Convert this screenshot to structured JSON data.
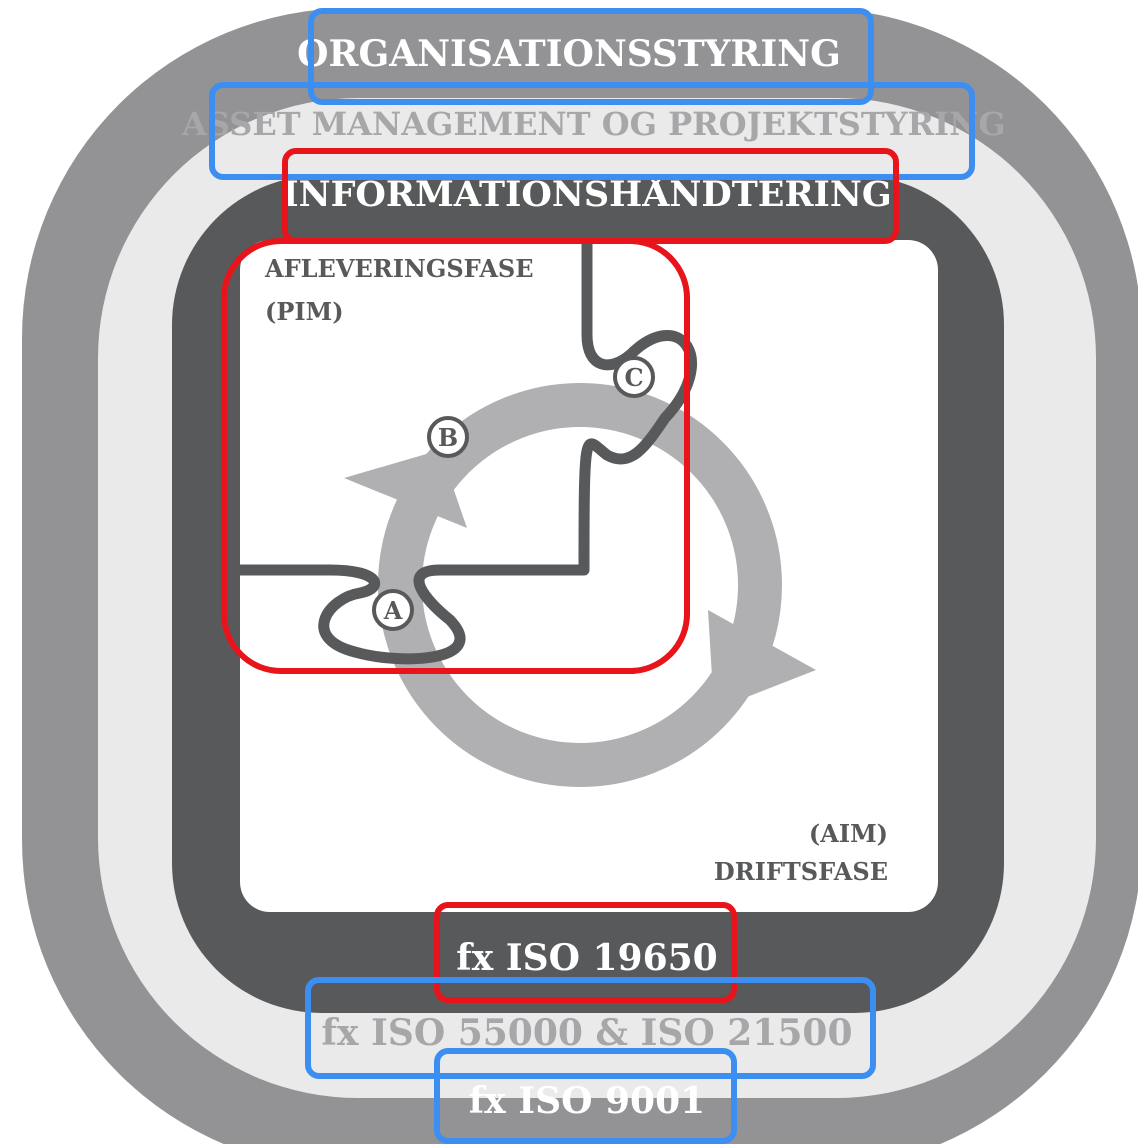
{
  "layers": {
    "outer": {
      "label": "ORGANISATIONSSTYRING",
      "standard": "fx ISO 9001"
    },
    "middle": {
      "label": "ASSET MANAGEMENT OG PROJEKTSTYRING",
      "standard": "fx ISO 55000 & ISO 21500"
    },
    "inner": {
      "label": "INFORMATIONSHÅNDTERING",
      "standard": "fx ISO 19650"
    }
  },
  "phases": {
    "delivery": {
      "line1": "AFLEVERINGSFASE",
      "line2": "(PIM)"
    },
    "operation": {
      "line1": "(AIM)",
      "line2": "DRIFTSFASE"
    }
  },
  "points": [
    "A",
    "B",
    "C"
  ],
  "colors": {
    "outer_ring": "#939396",
    "middle_ring": "#eaeaea",
    "inner_ring": "#58595b",
    "cycle": "#b0b0b2",
    "highlight_red": "#e8141b",
    "highlight_blue": "#3c8ff0"
  }
}
